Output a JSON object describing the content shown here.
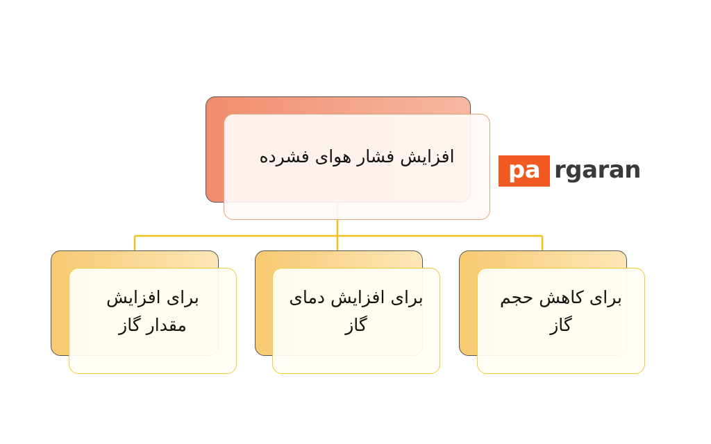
{
  "diagram": {
    "root": {
      "label": "افزایش فشار هوای فشرده"
    },
    "children": [
      {
        "label": "برای افزایش مقدار گاز"
      },
      {
        "label": "برای افزایش دمای گاز"
      },
      {
        "label": "برای کاهش حجم گاز"
      }
    ],
    "colors": {
      "root_fill": "#f08c6e",
      "child_fill": "#f8c971",
      "connector": "#f2c21b"
    }
  },
  "logo": {
    "highlight": "pa",
    "rest": "rgaran",
    "highlight_color": "#f05a22"
  }
}
